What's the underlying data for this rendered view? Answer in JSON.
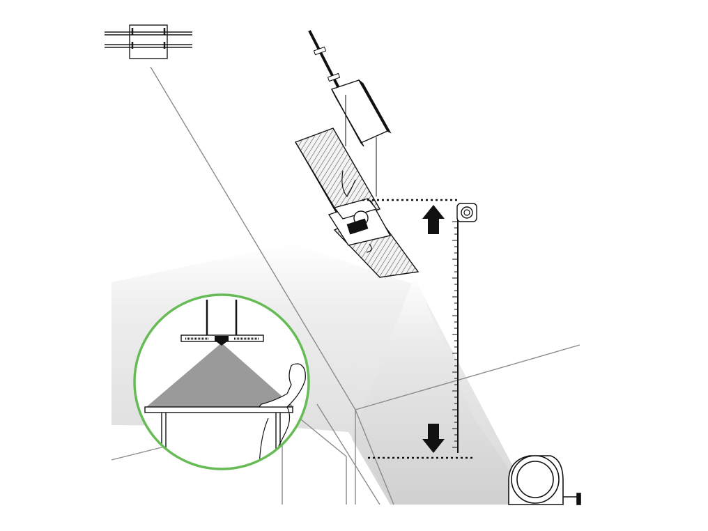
{
  "diagram": {
    "type": "installation-illustration",
    "subject": "suspended-linear-luminaire",
    "labels": [],
    "arrows": [
      "up-arrow",
      "down-arrow"
    ],
    "icons": [
      "measuring-tape-icon",
      "ceiling-mount-bracket-icon"
    ],
    "inset": {
      "description_shown": false,
      "border_color": "#66bb55"
    },
    "colors": {
      "line": "#1a1a1a",
      "light_cone_inset": "#9a9a9a",
      "room_shade": "#e6e6e6",
      "accent_circle": "#66bb55"
    }
  }
}
